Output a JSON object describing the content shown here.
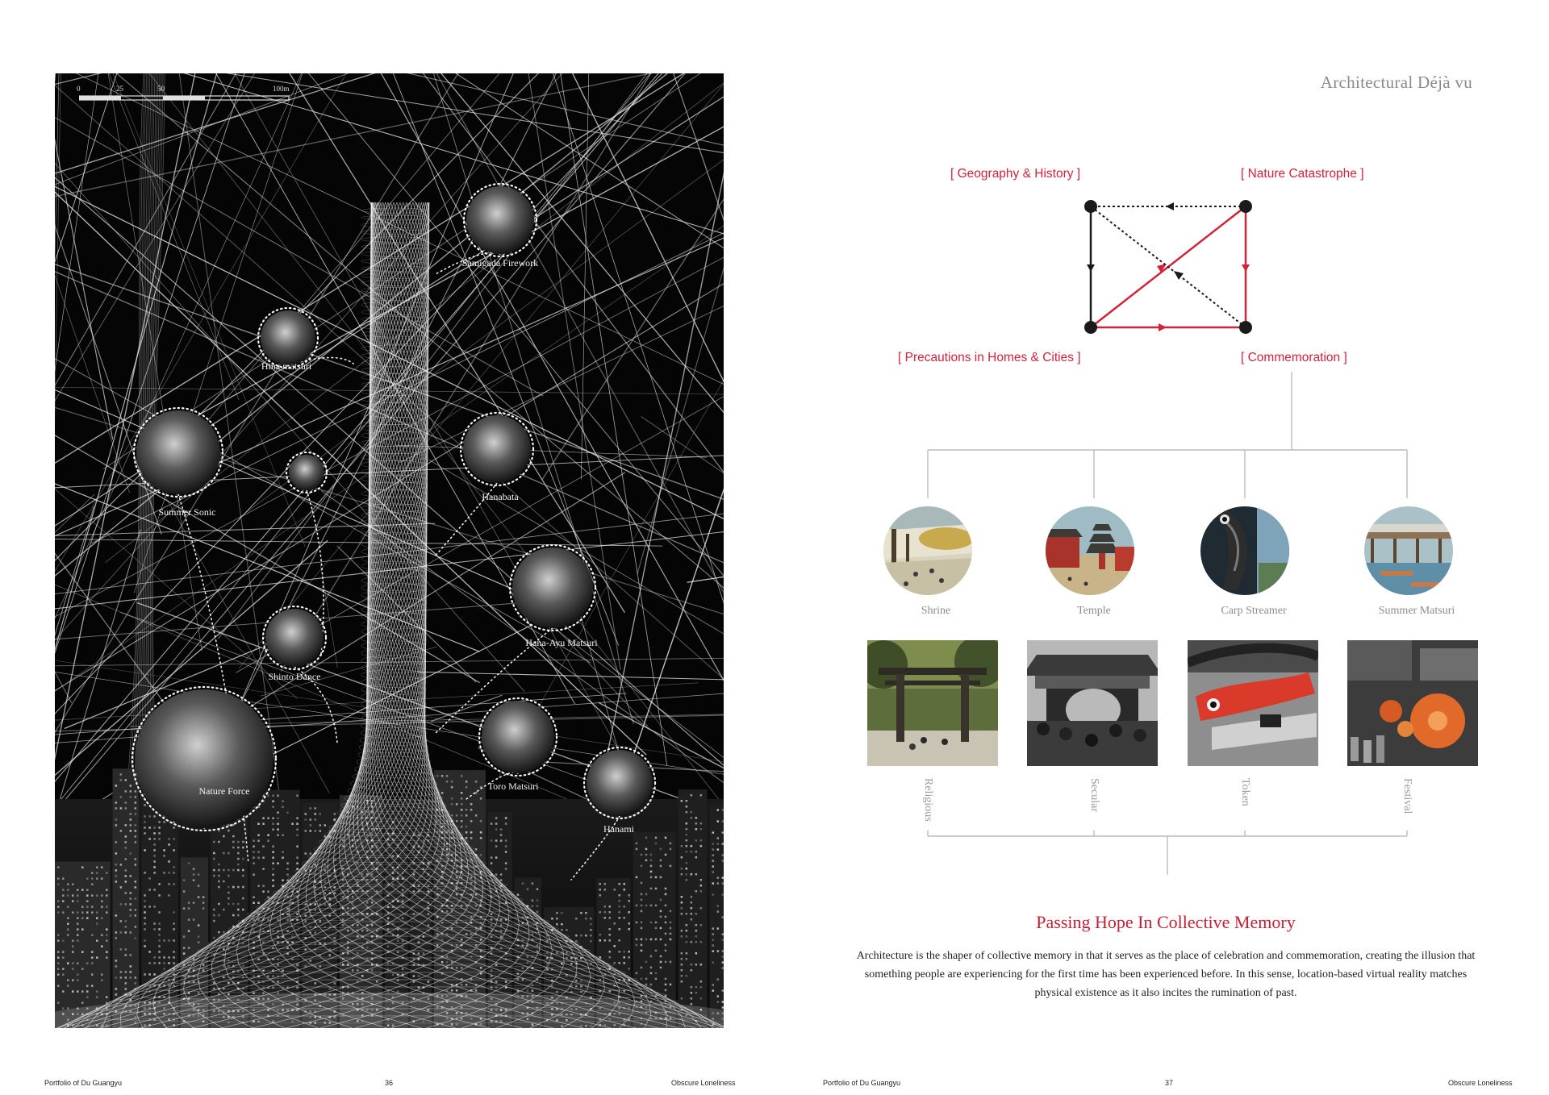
{
  "left_page": {
    "scale_bar": {
      "ticks": [
        "0",
        "25",
        "50",
        "100m"
      ]
    },
    "events": [
      {
        "label": "Samigada Firework"
      },
      {
        "label": "Hina matsuri"
      },
      {
        "label": "Summer Sonic"
      },
      {
        "label": "Hanabata"
      },
      {
        "label": "Hana-Ayu Matsuri"
      },
      {
        "label": "Shinto Dance"
      },
      {
        "label": "Nature Force"
      },
      {
        "label": "Toro Matsuri"
      },
      {
        "label": "Hanami"
      }
    ],
    "footer": {
      "left": "Portfolio of Du Guangyu",
      "page_number": "36",
      "right": "Obscure Loneliness"
    }
  },
  "right_page": {
    "series_title": "Architectural Déjà vu",
    "cycle_diagram": {
      "nodes": [
        "[ Geography & History ]",
        "[ Nature Catastrophe ]",
        "[ Precautions in Homes & Cities ]",
        "[ Commemoration ]"
      ],
      "colors": {
        "accent": "#d2233a",
        "node": "#1a1a1a"
      }
    },
    "categories": [
      {
        "name": "Shrine",
        "type": "Religious"
      },
      {
        "name": "Temple",
        "type": "Secular"
      },
      {
        "name": "Carp Streamer",
        "type": "Token"
      },
      {
        "name": "Summer Matsuri",
        "type": "Festival"
      }
    ],
    "heading": "Passing Hope In Collective Memory",
    "body": "Architecture is the shaper of collective memory in that it serves as the place of celebration and commemoration, creating the illusion that something people are experiencing for the first time has been experienced before. In this sense, location-based virtual reality matches physical existence as it also incites the rumination of past.",
    "footer": {
      "left": "Portfolio of Du Guangyu",
      "page_number": "37",
      "right": "Obscure Loneliness"
    }
  }
}
